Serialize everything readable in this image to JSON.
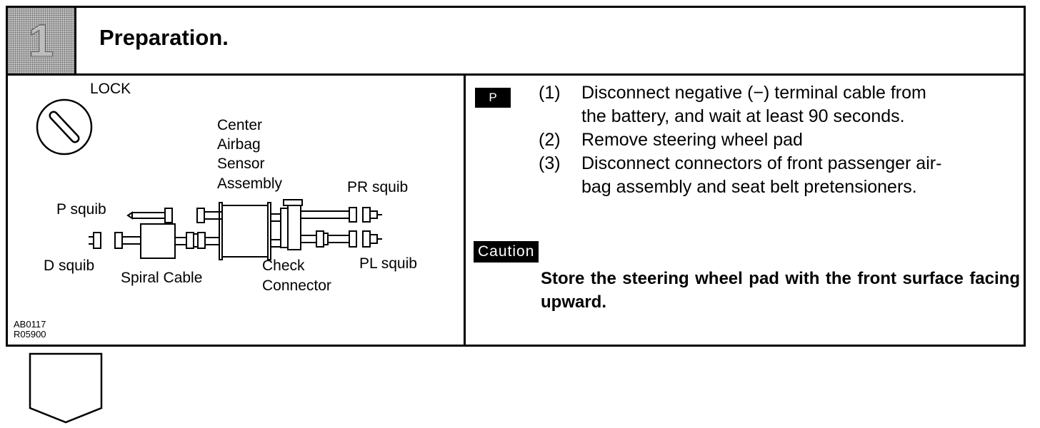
{
  "header": {
    "step_number": "1",
    "title": "Preparation."
  },
  "diagram": {
    "lock_label": "LOCK",
    "center_label": [
      "Center",
      "Airbag",
      "Sensor",
      "Assembly"
    ],
    "p_squib": "P squib",
    "pr_squib": "PR squib",
    "d_squib": "D squib",
    "pl_squib": "PL squib",
    "spiral_cable": "Spiral Cable",
    "check_connector": [
      "Check",
      "Connector"
    ],
    "fig_codes": [
      "AB0117",
      "R05900"
    ]
  },
  "procedure": {
    "badge": "P",
    "steps": [
      {
        "num": "(1)",
        "lines": [
          "Disconnect negative (−) terminal cable from",
          "the battery, and wait at least 90 seconds."
        ]
      },
      {
        "num": "(2)",
        "lines": [
          "Remove steering wheel pad"
        ]
      },
      {
        "num": "(3)",
        "lines": [
          "Disconnect connectors of front passenger air-",
          "bag assembly and seat belt pretensioners."
        ]
      }
    ]
  },
  "caution": {
    "badge": "Caution",
    "text": "Store the steering wheel pad with the front surface facing upward."
  }
}
